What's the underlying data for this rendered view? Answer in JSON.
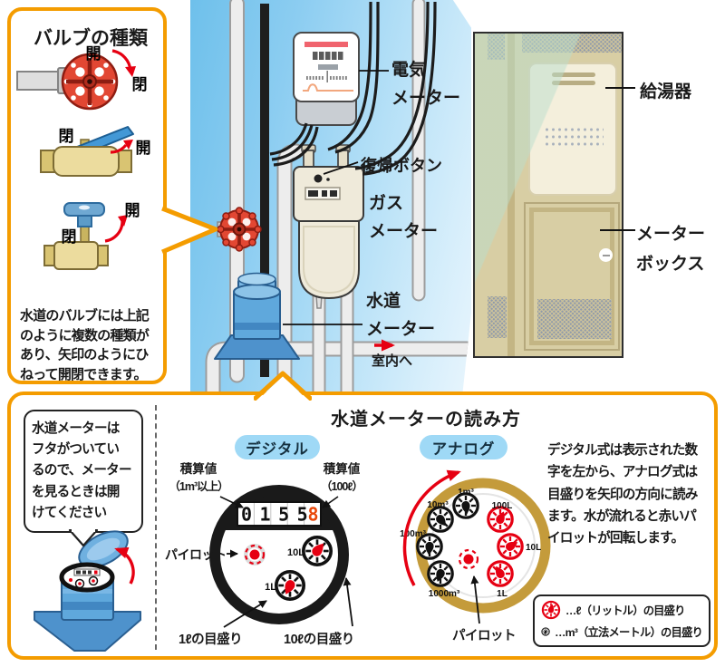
{
  "colors": {
    "accent_orange": "#F49C00",
    "panel_blue": "#7CC5EE",
    "pill_blue": "#9FD9F6",
    "alert_red": "#E60012",
    "digit_red": "#E84709",
    "meter_gold": "#C49B3B",
    "water_blue": "#5FA8DC",
    "cabinet_tan": "#D8CEA4"
  },
  "valve_box": {
    "title": "バルブの種類",
    "open_label": "開",
    "close_label": "閉",
    "note_lines": [
      "水道のバルブには上記",
      "のように複数の種類が",
      "あり、矢印のようにひ",
      "ねって開閉できます。"
    ]
  },
  "utility_panel": {
    "electric_meter": [
      "電気",
      "メーター"
    ],
    "reset_button": "復帰ボタン",
    "gas_meter": [
      "ガス",
      "メーター"
    ],
    "water_meter": [
      "水道",
      "メーター"
    ],
    "to_indoor": "室内へ"
  },
  "cabinet": {
    "water_heater": "給湯器",
    "meter_box": [
      "メーター",
      "ボックス"
    ]
  },
  "reading": {
    "title": "水道メーターの読み方",
    "bubble_lines": [
      "水道メーターは",
      "フタがついてい",
      "るので、メーター",
      "を見るときは開",
      "けてください"
    ],
    "digital": {
      "pill": "デジタル",
      "label_m3": [
        "積算値",
        "（1m³以上）"
      ],
      "label_100l": [
        "積算値",
        "（100ℓ）"
      ],
      "digits_black": "0155",
      "digits_red": "8",
      "dial_10l": "10L",
      "dial_1l": "1L",
      "pilot": "パイロット",
      "scale_1l": "1ℓの目盛り",
      "scale_10l": "10ℓの目盛り"
    },
    "analog": {
      "pill": "アナログ",
      "dial_1m3": "1m³",
      "dial_10m3": "10m³",
      "dial_100m3": "100m³",
      "dial_1000m3": "1000m³",
      "dial_100l": "100L",
      "dial_10l": "10L",
      "dial_1l": "1L",
      "pilot": "パイロット"
    },
    "description_lines": [
      "デジタル式は表示された数",
      "字を左から、アナログ式は",
      "目盛りを矢印の方向に読み",
      "ます。水が流れると赤いパ",
      "イロットが回転します。"
    ],
    "legend": {
      "liter": "…ℓ（リットル）の目盛り",
      "cubic": "…m³（立法メートル）の目盛り"
    }
  }
}
